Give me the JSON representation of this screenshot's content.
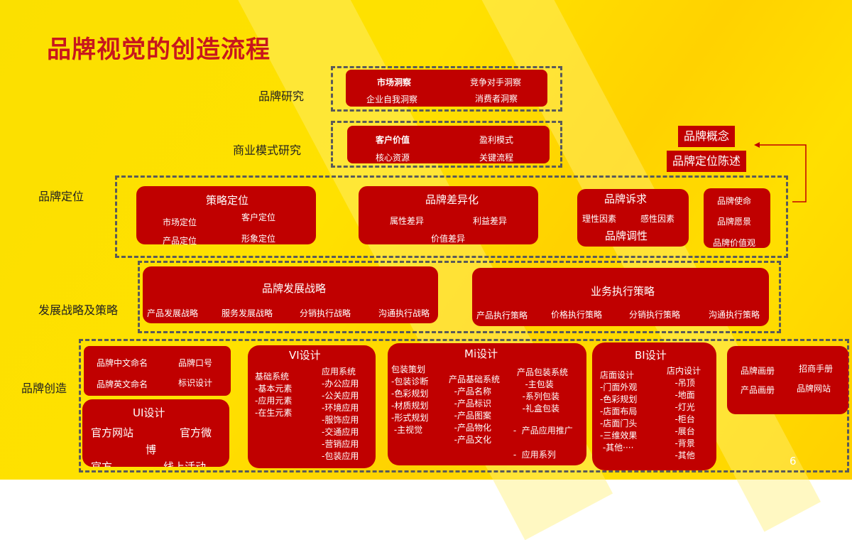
{
  "title": "品牌视觉的创造流程",
  "page_number": "6",
  "rows": {
    "research": "品牌研究",
    "business": "商业模式研究",
    "positioning": "品牌定位",
    "strategy": "发展战略及策略",
    "creation": "品牌创造"
  },
  "side_tags": {
    "concept": "品牌概念",
    "statement": "品牌定位陈述"
  },
  "research_box": {
    "a": "市场洞察",
    "b": "竞争对手洞察",
    "c": "企业自我洞察",
    "d": "消费者洞察"
  },
  "business_box": {
    "a": "客户价值",
    "b": "盈利模式",
    "c": "核心资源",
    "d": "关键流程"
  },
  "pos_strategy": {
    "title": "策略定位",
    "a": "市场定位",
    "b": "客户定位",
    "c": "产品定位",
    "d": "形象定位"
  },
  "pos_diff": {
    "title": "品牌差异化",
    "a": "属性差异",
    "b": "利益差异",
    "c": "价值差异"
  },
  "pos_appeal": {
    "title": "品牌诉求",
    "a": "理性因素",
    "b": "感性因素",
    "c": "品牌调性"
  },
  "pos_mission": {
    "a": "品牌使命",
    "b": "品牌愿景",
    "c": "品牌价值观"
  },
  "dev_strategy": {
    "title": "品牌发展战略",
    "items": [
      "产品发展战略",
      "服务发展战略",
      "分销执行战略",
      "沟通执行战略"
    ]
  },
  "exec_strategy": {
    "title": "业务执行策略",
    "items": [
      "产品执行策略",
      "价格执行策略",
      "分销执行策略",
      "沟通执行策略"
    ]
  },
  "naming_box": {
    "a": "品牌中文命名",
    "b": "品牌口号",
    "c": "品牌英文命名",
    "d": "标识设计"
  },
  "ui_box": {
    "title": "UI设计",
    "a": "官方网站",
    "b": "官方微",
    "c": "博",
    "d": "官方",
    "e": "线上活动"
  },
  "vi_box": {
    "title": "VI设计",
    "left": "基础系统\n-基本元素\n-应用元素\n-在生元素",
    "right": "应用系统\n-办公应用\n-公关应用\n-环境应用\n-服饰应用\n-交通应用\n-营销应用\n-包装应用"
  },
  "mi_box": {
    "title": "Mi设计",
    "col1": "包装策划\n-包装诊断\n-色彩规划\n-材质规划\n-形式规划\n -主视觉",
    "col2": "产品基础系统\n  -产品名称\n  -产品标识\n  -产品图案\n  -产品物化\n  -产品文化",
    "col3": "产品包装系统\n   -主包装\n  -系列包装\n  -礼盒包装",
    "col4": " -  产品应用推广\n\n -  应用系列"
  },
  "bi_box": {
    "title": "BI设计",
    "left": "店面设计\n-门面外观\n-色彩规划\n-店面布局\n-店面门头\n-三维效果\n -其他····",
    "right": "店内设计\n   -吊顶\n   -地面\n   -灯光\n   -柜台\n   -展台\n   -背景\n   -其他"
  },
  "media_box": {
    "a": "品牌画册",
    "b": "招商手册",
    "c": "产品画册",
    "d": "品牌网站"
  },
  "colors": {
    "red": "#c00000",
    "title_red": "#c8161d",
    "background": "#ffdc00"
  }
}
